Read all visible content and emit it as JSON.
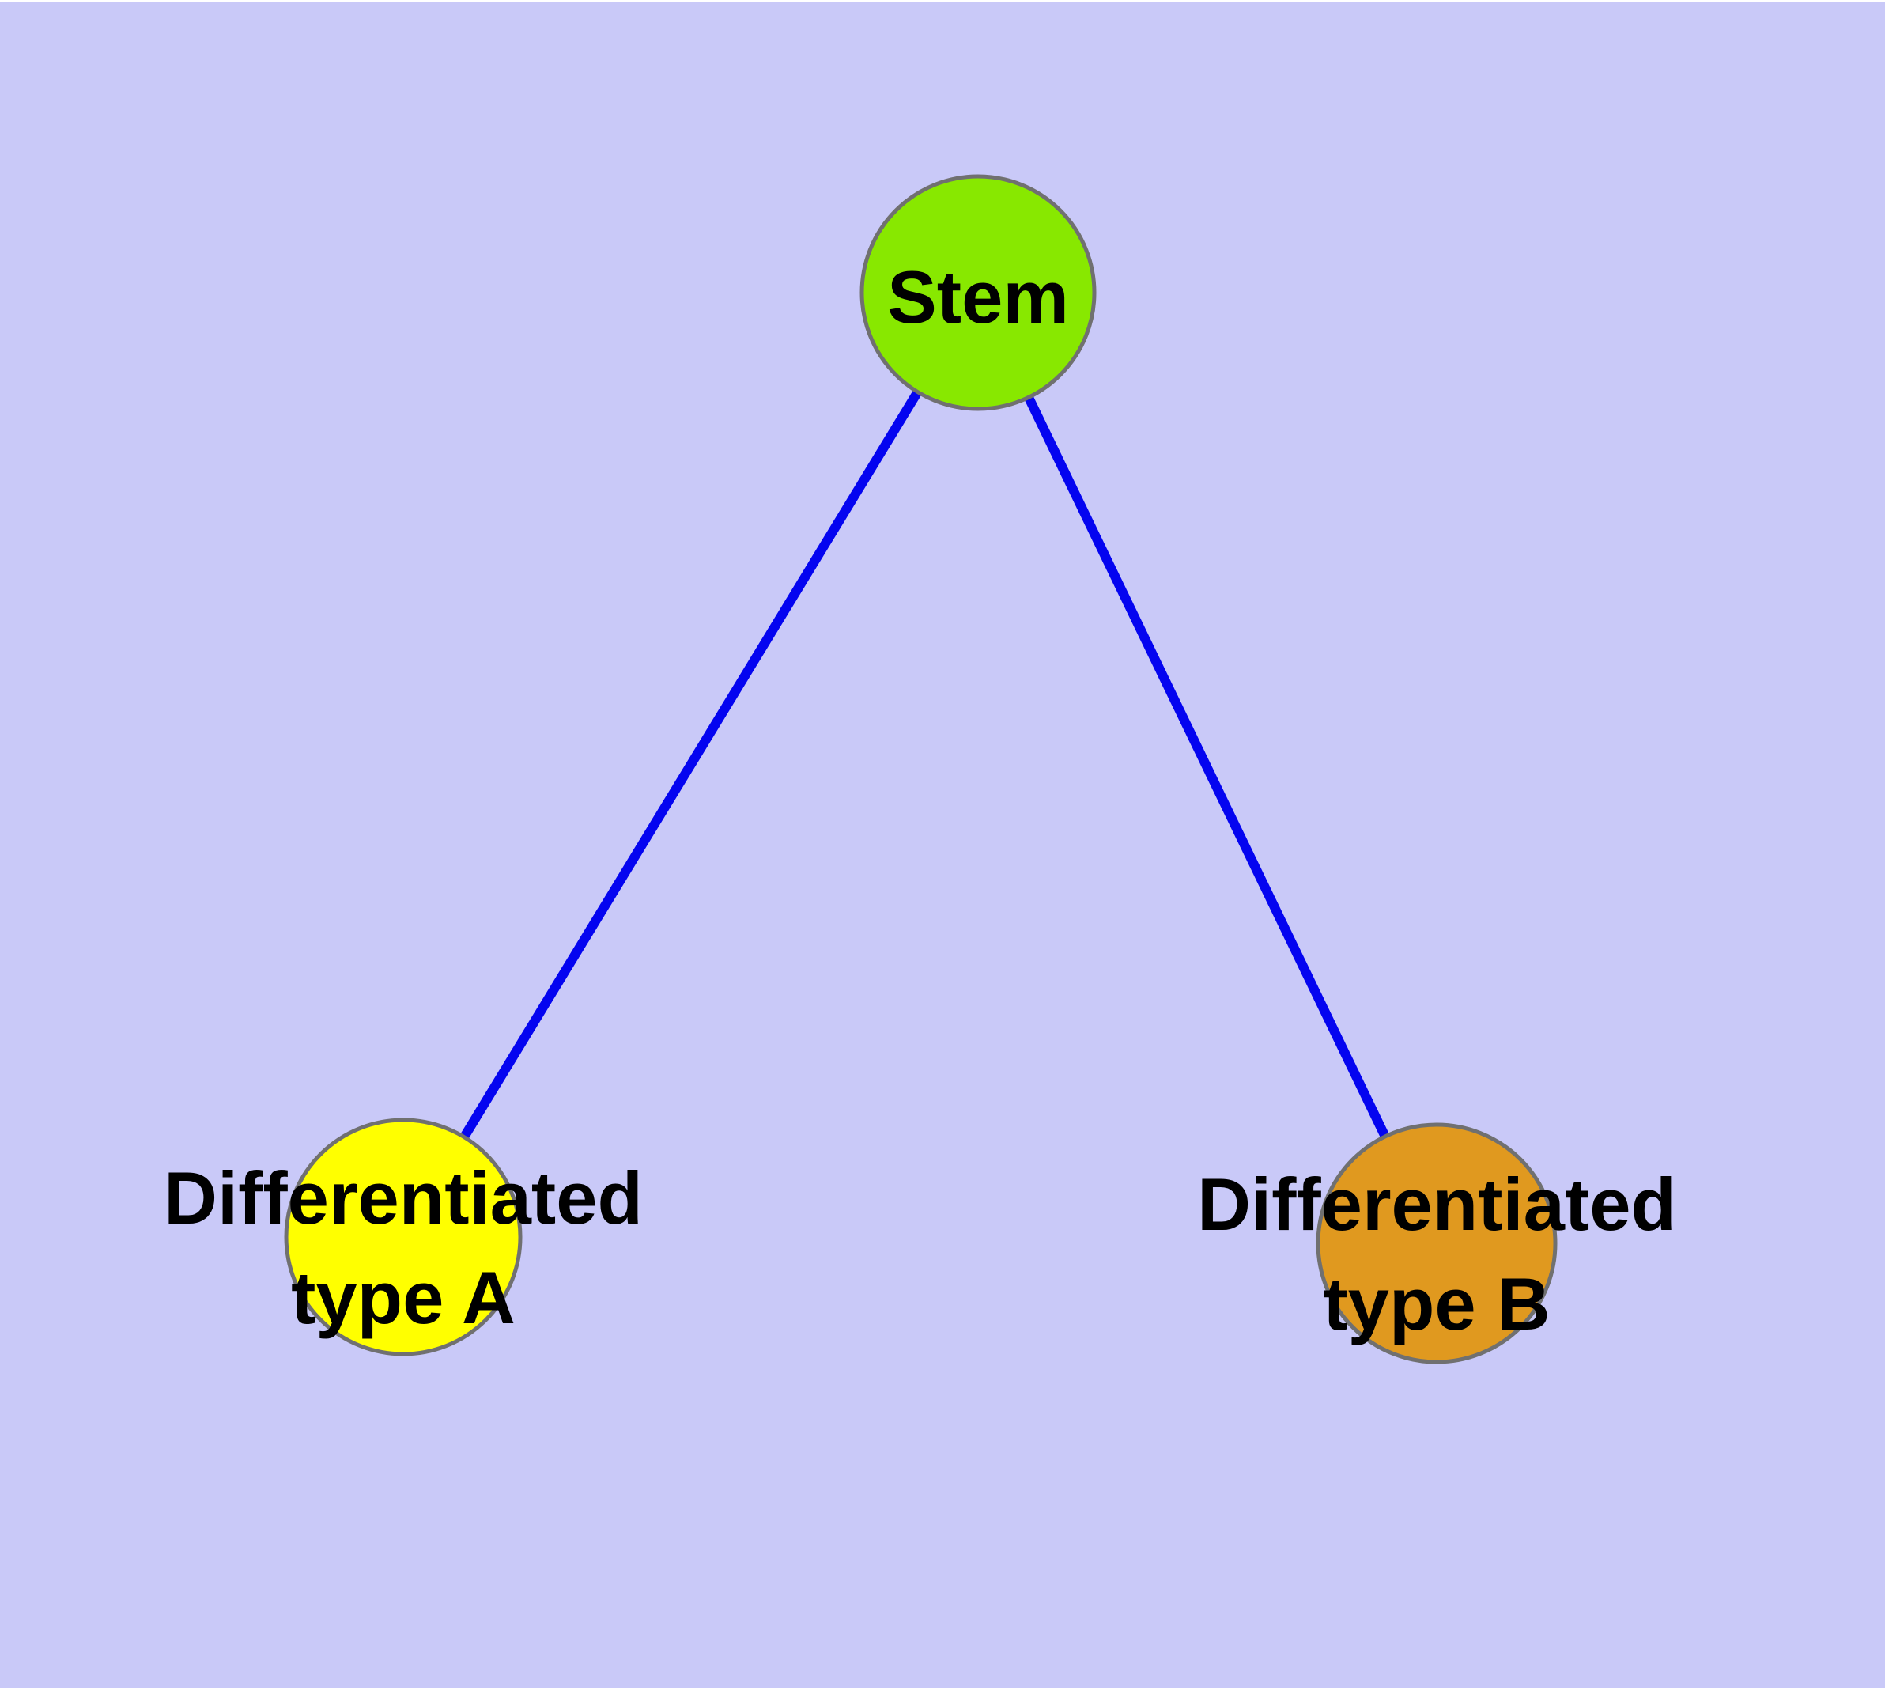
{
  "diagram": {
    "type": "node-link-graph",
    "background_color": "#c9c9f8",
    "edge_color": "#0404f0",
    "node_border_color": "#707070",
    "label_color": "#000000",
    "nodes": [
      {
        "id": "stem",
        "label": "Stem",
        "fill": "#88e800"
      },
      {
        "id": "type_a",
        "label": "Differentiated type A",
        "label_line1": "Differentiated",
        "label_line2": "type A",
        "fill": "#ffff00"
      },
      {
        "id": "type_b",
        "label": "Differentiated type B",
        "label_line1": "Differentiated",
        "label_line2": "type B",
        "fill": "#e0991f"
      }
    ],
    "edges": [
      {
        "from": "Stem",
        "to": "Differentiated type A"
      },
      {
        "from": "Stem",
        "to": "Differentiated type B"
      }
    ]
  }
}
